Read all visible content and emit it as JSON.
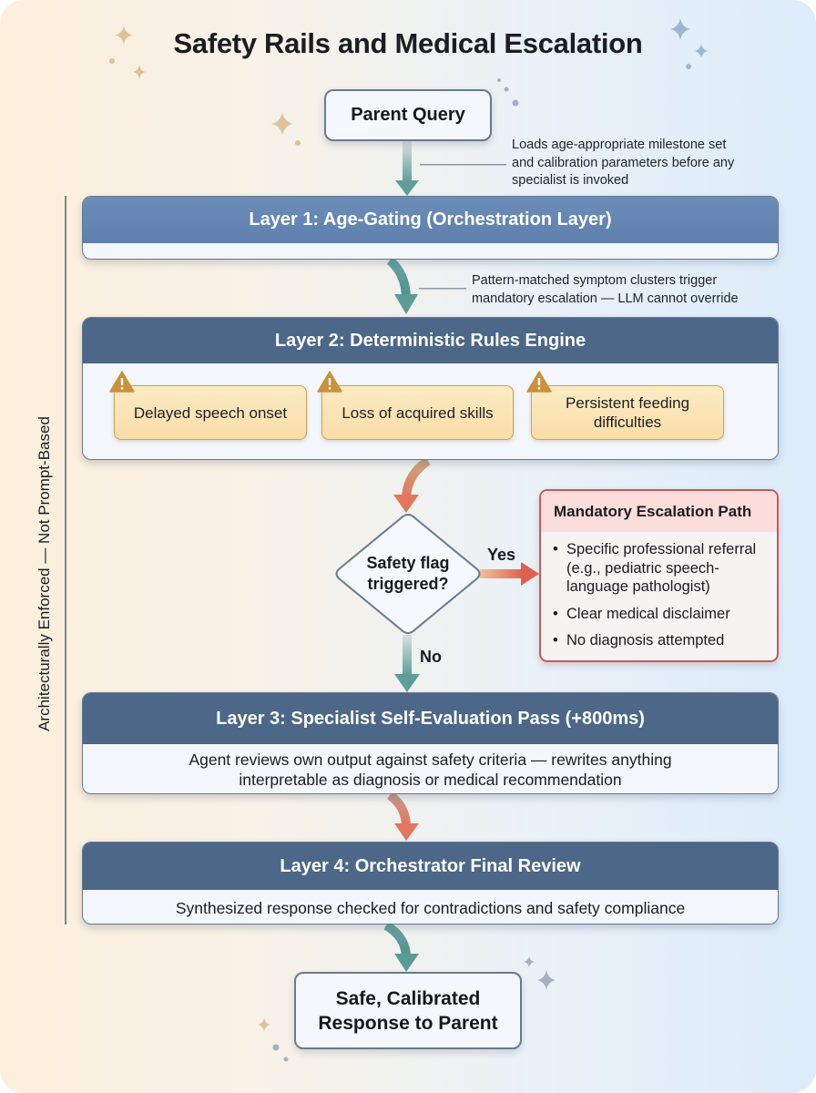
{
  "title": "Safety Rails and Medical Escalation",
  "start_node": {
    "label": "Parent Query"
  },
  "annotations": {
    "after_query": [
      "Loads age-appropriate milestone set",
      "and calibration parameters before any",
      "specialist is invoked"
    ],
    "after_layer1": [
      "Pattern-matched symptom clusters trigger",
      "mandatory escalation — LLM cannot override"
    ]
  },
  "side_label": "Architecturally Enforced — Not Prompt-Based",
  "layers": [
    {
      "title": "Layer 1: Age-Gating (Orchestration Layer)",
      "description": ""
    },
    {
      "title": "Layer 2: Deterministic Rules Engine",
      "flags": [
        {
          "label": "Delayed speech onset",
          "icon": "warning-icon"
        },
        {
          "label": "Loss of acquired skills",
          "icon": "warning-icon"
        },
        {
          "label": "Persistent feeding difficulties",
          "icon": "warning-icon"
        }
      ]
    },
    {
      "title": "Layer 3: Specialist Self-Evaluation Pass (+800ms)",
      "description_lines": [
        "Agent reviews own output against safety criteria — rewrites anything",
        "interpretable as diagnosis or medical recommendation"
      ]
    },
    {
      "title": "Layer 4: Orchestrator Final Review",
      "description": "Synthesized response checked for contradictions and safety compliance"
    }
  ],
  "decision": {
    "question_lines": [
      "Safety flag",
      "triggered?"
    ],
    "yes_label": "Yes",
    "no_label": "No"
  },
  "escalation": {
    "title": "Mandatory Escalation Path",
    "items": [
      "Specific professional referral (e.g., pediatric speech-language pathologist)",
      "Clear medical disclaimer",
      "No diagnosis attempted"
    ]
  },
  "end_node": {
    "label_lines": [
      "Safe, Calibrated",
      "Response to Parent"
    ]
  },
  "colors": {
    "layer_header": "#4c6788",
    "layer1_header": "#6388b4",
    "flag_fill": "#fbe3b5",
    "flag_border": "#c9a35a",
    "warning": "#c8913a",
    "escalation_border": "#c75a55",
    "escalation_header": "#fbdedb",
    "arrow_teal": "#5f9e98",
    "arrow_red": "#e2765e"
  }
}
